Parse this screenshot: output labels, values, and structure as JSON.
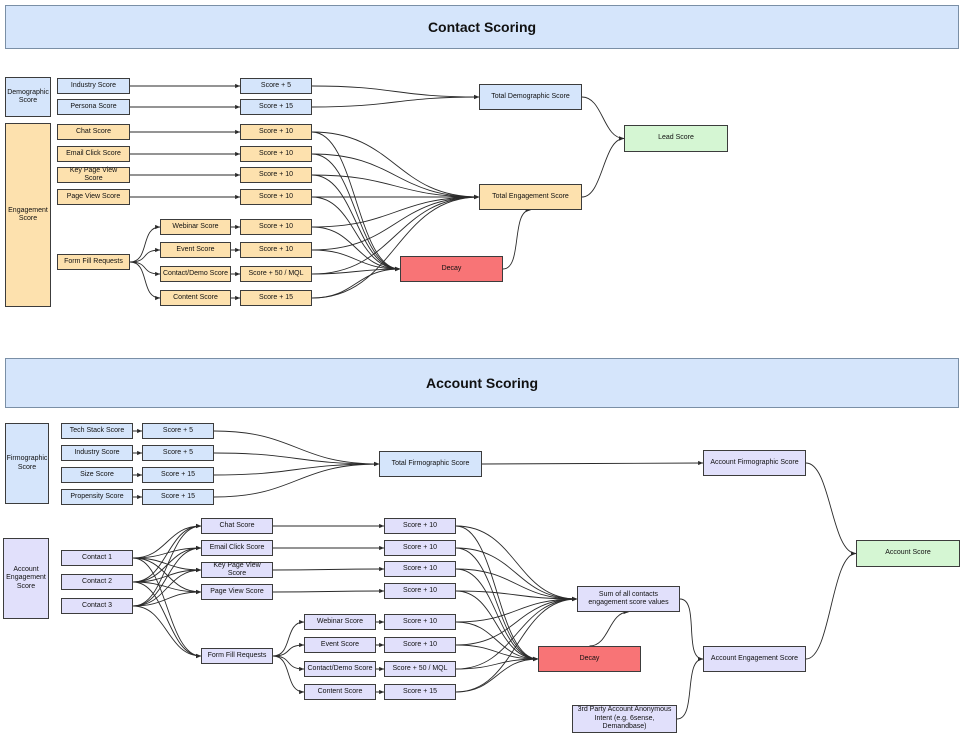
{
  "contact_scoring": {
    "title": "Contact Scoring",
    "demographic_group": "Demographic Score",
    "engagement_group": "Engagement Score",
    "industry_score": "Industry Score",
    "persona_score": "Persona Score",
    "industry_value": "Score + 5",
    "persona_value": "Score + 15",
    "chat_score": "Chat Score",
    "email_click_score": "Email Click Score",
    "key_page_view_score": "Key Page View Score",
    "page_view_score": "Page View Score",
    "chat_value": "Score + 10",
    "email_click_value": "Score + 10",
    "key_page_view_value": "Score + 10",
    "page_view_value": "Score + 10",
    "form_fill_requests": "Form Fill Requests",
    "webinar_score": "Webinar Score",
    "event_score": "Event Score",
    "contact_demo_score": "Contact/Demo Score",
    "content_score": "Content Score",
    "webinar_value": "Score + 10",
    "event_value": "Score + 10",
    "contact_demo_value": "Score + 50 / MQL",
    "content_value": "Score + 15",
    "total_demographic": "Total Demographic Score",
    "total_engagement": "Total Engagement Score",
    "decay": "Decay",
    "lead_score": "Lead Score"
  },
  "account_scoring": {
    "title": "Account Scoring",
    "firmographic_group": "Firmographic Score",
    "engagement_group": "Account Engagement Score",
    "tech_stack_score": "Tech Stack Score",
    "industry_score": "Industry Score",
    "size_score": "Size Score",
    "propensity_score": "Propensity Score",
    "tech_stack_value": "Score + 5",
    "industry_value": "Score + 5",
    "size_value": "Score + 15",
    "propensity_value": "Score + 15",
    "total_firmographic": "Total Firmographic Score",
    "account_firmographic": "Account Firmographic Score",
    "account_score": "Account Score",
    "contact_1": "Contact 1",
    "contact_2": "Contact 2",
    "contact_3": "Contact 3",
    "chat_score": "Chat Score",
    "email_click_score": "Email Click Score",
    "key_page_view_score": "Key Page View Score",
    "page_view_score": "Page View Score",
    "form_fill_requests": "Form Fill Requests",
    "chat_value": "Score + 10",
    "email_click_value": "Score + 10",
    "key_page_view_value": "Score + 10",
    "page_view_value": "Score + 10",
    "webinar_score": "Webinar Score",
    "event_score": "Event Score",
    "contact_demo_score": "Contact/Demo Score",
    "content_score": "Content Score",
    "webinar_value": "Score + 10",
    "event_value": "Score + 10",
    "contact_demo_value": "Score + 50 / MQL",
    "content_value": "Score + 15",
    "sum_contacts": "Sum of all contacts engagement score values",
    "decay": "Decay",
    "account_engagement_score": "Account Engagement Score",
    "third_party_intent": "3rd Party Account Anonymous Intent (e.g. 6sense, Demandbase)"
  },
  "colors": {
    "header": "#d5e5fb",
    "contact_engagement": "#fde1ae",
    "result": "#d5f6d3",
    "decay": "#f87476",
    "account_engagement": "#e1e0fb"
  }
}
